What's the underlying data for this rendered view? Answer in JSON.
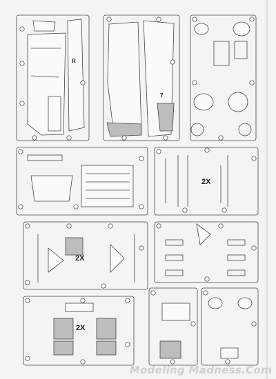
{
  "sheet": {
    "labels": {
      "multiplier_a": "2X",
      "multiplier_b": "2X",
      "multiplier_c": "2X",
      "marker_r": "R",
      "marker_7": "7"
    },
    "watermark": "Modeling Madness.Com"
  }
}
